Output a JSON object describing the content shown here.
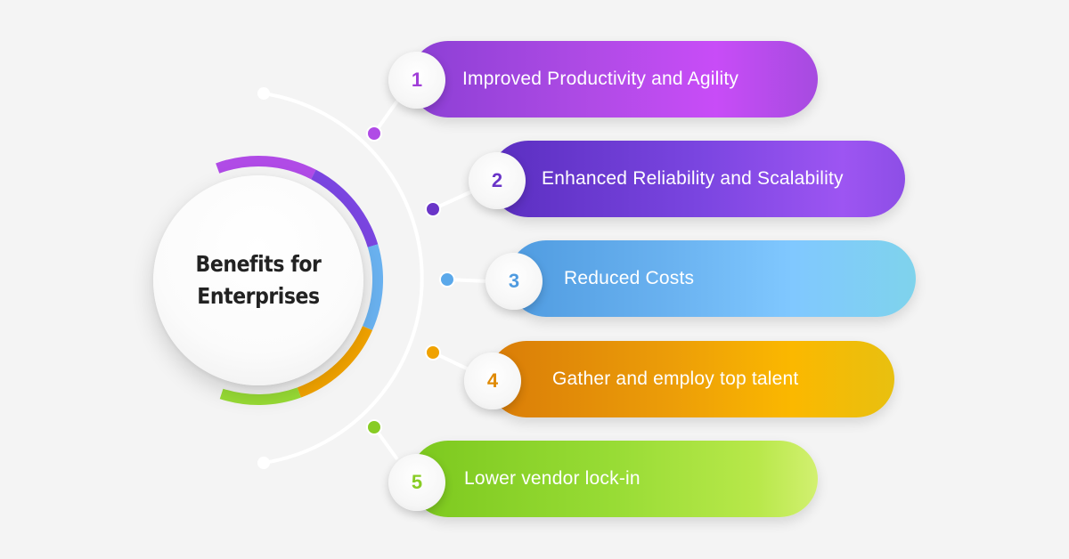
{
  "center": {
    "title_line1": "Benefits for",
    "title_line2": "Enterprises"
  },
  "colors": {
    "purple": "#b04be6",
    "violet": "#7a45e0",
    "blue": "#6ab2f0",
    "orange": "#f0a200",
    "green": "#98dc35",
    "connector": "#ffffff"
  },
  "items": [
    {
      "number": "1",
      "label": "Improved Productivity and Agility"
    },
    {
      "number": "2",
      "label": "Enhanced Reliability and Scalability"
    },
    {
      "number": "3",
      "label": "Reduced Costs"
    },
    {
      "number": "4",
      "label": "Gather and employ top talent"
    },
    {
      "number": "5",
      "label": "Lower vendor lock-in"
    }
  ]
}
